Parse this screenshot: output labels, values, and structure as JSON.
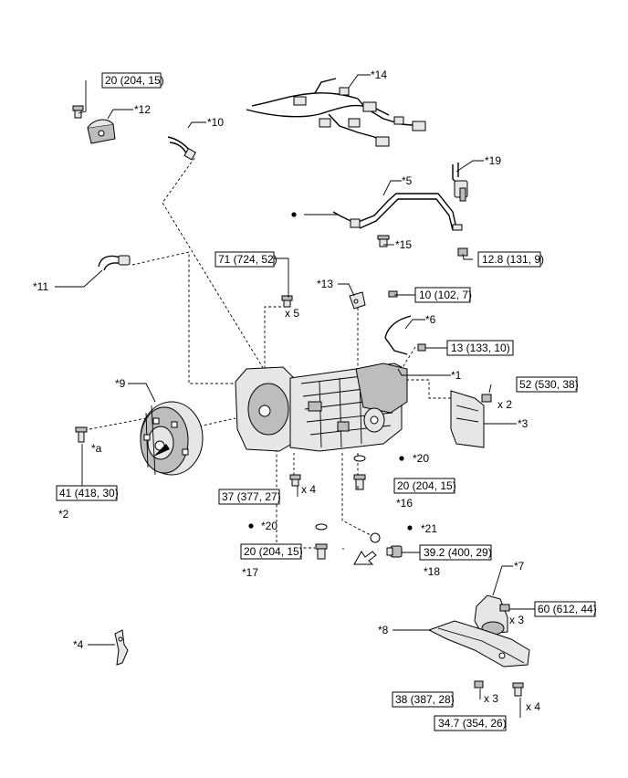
{
  "callouts": {
    "c1": "*1",
    "c2": "*2",
    "c3": "*3",
    "c4": "*4",
    "c5": "*5",
    "c6": "*6",
    "c7": "*7",
    "c8": "*8",
    "c9": "*9",
    "c10": "*10",
    "c11": "*11",
    "c12": "*12",
    "c13": "*13",
    "c14": "*14",
    "c15": "*15",
    "c16": "*16",
    "c17": "*17",
    "c18": "*18",
    "c19": "*19",
    "c20a": "*20",
    "c20b": "*20",
    "c21": "*21",
    "ca": "*a"
  },
  "torque_specs": {
    "t12": "20 (204, 15)",
    "t19": "12.8 (131, 9)",
    "t_top": "71 (724, 52)",
    "t13": "10 (102, 7)",
    "t6": "13 (133, 10)",
    "t3": "52 (530, 38)",
    "t2": "41 (418, 30)",
    "t_mid": "37 (377, 27)",
    "t16": "20 (204, 15)",
    "t17": "20 (204, 15)",
    "t18": "39.2 (400, 29)",
    "t7": "60 (612, 44)",
    "t8a": "38 (387, 28)",
    "t8b": "34.7 (354, 26)"
  },
  "quantities": {
    "q_top": "x 5",
    "q3": "x 2",
    "q_mid": "x 4",
    "q7": "x 3",
    "q8a": "x 3",
    "q8b": "x 4"
  }
}
